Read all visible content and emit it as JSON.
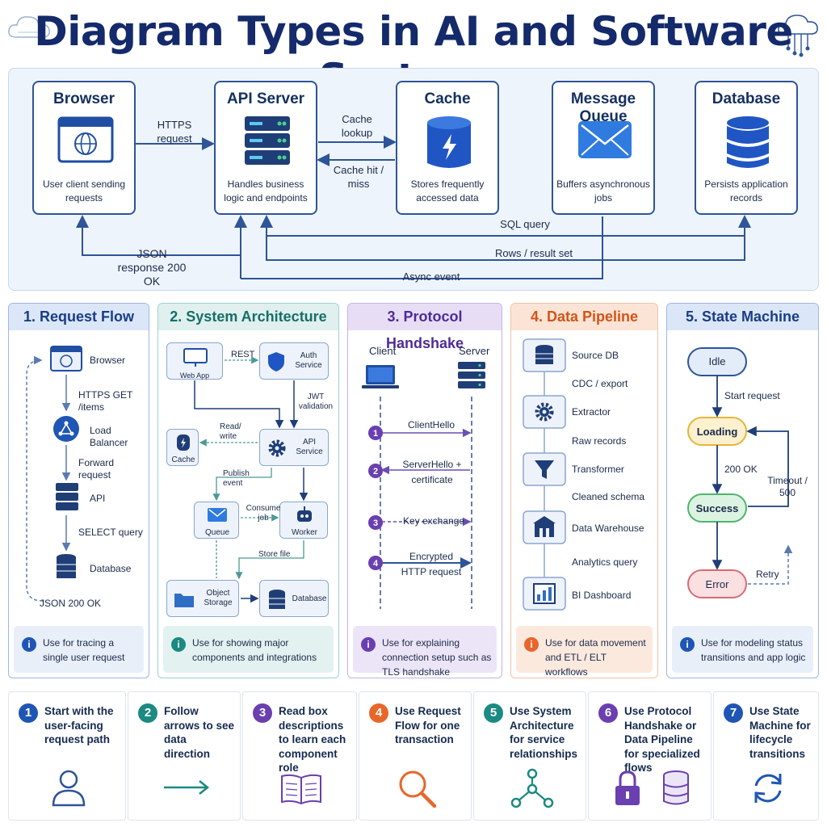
{
  "title": "Diagram Types in AI and Software Systems",
  "top": {
    "boxes": [
      {
        "title": "Browser",
        "desc": "User client sending requests"
      },
      {
        "title": "API Server",
        "desc": "Handles business logic and endpoints"
      },
      {
        "title": "Cache",
        "desc": "Stores frequently accessed data"
      },
      {
        "title": "Message Queue",
        "desc": "Buffers asynchronous jobs"
      },
      {
        "title": "Database",
        "desc": "Persists application records"
      }
    ],
    "labels": {
      "https": "HTTPS request",
      "cache_lookup": "Cache lookup",
      "cache_hit": "Cache hit / miss",
      "sql": "SQL query",
      "rows": "Rows / result set",
      "json": "JSON response 200 OK",
      "async": "Async event"
    }
  },
  "panels": [
    {
      "title": "1. Request Flow",
      "note": "Use for tracing a single user request",
      "steps": [
        "Browser",
        "HTTPS GET /items",
        "Load Balancer",
        "Forward request",
        "API",
        "SELECT query",
        "Database",
        "JSON 200 OK"
      ]
    },
    {
      "title": "2. System Architecture",
      "note": "Use for showing major components and integrations",
      "items": {
        "rest": "REST",
        "auth": "Auth Service",
        "jwt": "JWT validation",
        "readwrite": "Read/ write",
        "cache": "Cache",
        "api": "API Service",
        "publish": "Publish event",
        "consume": "Consume job",
        "queue": "Queue",
        "worker": "Worker",
        "storefile": "Store file",
        "object": "Object Storage",
        "database": "Database",
        "webapp": "Web App"
      }
    },
    {
      "title": "3. Protocol Handshake",
      "note": "Use for explaining connection setup such as TLS handshake",
      "client": "Client",
      "server": "Server",
      "steps": [
        "ClientHello",
        "ServerHello + certificate",
        "Key exchange",
        "Encrypted HTTP request"
      ]
    },
    {
      "title": "4. Data Pipeline",
      "note": "Use for data movement and ETL / ELT workflows",
      "steps": [
        "Source DB",
        "CDC / export",
        "Extractor",
        "Raw records",
        "Transformer",
        "Cleaned schema",
        "Data Warehouse",
        "Analytics query",
        "BI Dashboard"
      ]
    },
    {
      "title": "5. State Machine",
      "note": "Use for modeling status transitions and app logic",
      "states": [
        "Idle",
        "Loading",
        "Success",
        "Error"
      ],
      "transitions": {
        "start": "Start request",
        "ok": "200 OK",
        "timeout": "Timeout / 500",
        "retry": "Retry"
      }
    }
  ],
  "tips": [
    {
      "num": "1",
      "text": "Start with the user-facing request path",
      "color": "#1f56b5"
    },
    {
      "num": "2",
      "text": "Follow arrows to see data direction",
      "color": "#1a8a82"
    },
    {
      "num": "3",
      "text": "Read box descriptions to learn each component role",
      "color": "#6a3fb0"
    },
    {
      "num": "4",
      "text": "Use Request Flow for one transaction",
      "color": "#e8662a"
    },
    {
      "num": "5",
      "text": "Use System Architecture for service relationships",
      "color": "#1a8a82"
    },
    {
      "num": "6",
      "text": "Use Protocol Handshake or Data Pipeline for specialized flows",
      "color": "#6a3fb0"
    },
    {
      "num": "7",
      "text": "Use State Machine for lifecycle transitions",
      "color": "#1f56b5"
    }
  ]
}
